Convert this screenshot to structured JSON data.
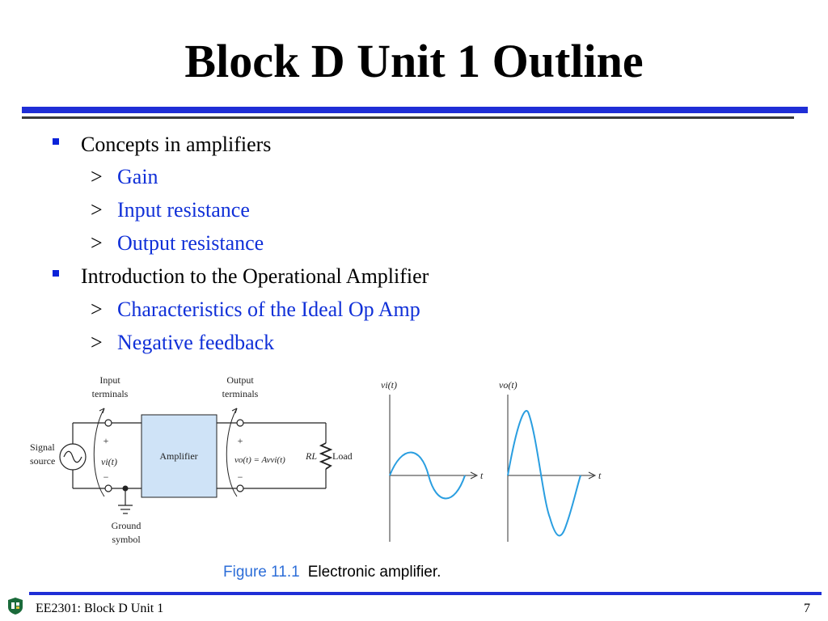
{
  "slide": {
    "title": "Block D Unit 1 Outline",
    "bullets": [
      {
        "text": "Concepts in amplifiers",
        "sub": [
          {
            "marker": ">",
            "text": "Gain"
          },
          {
            "marker": ">",
            "text": "Input resistance"
          },
          {
            "marker": ">",
            "text": "Output resistance"
          }
        ]
      },
      {
        "text": "Introduction to the Operational Amplifier",
        "sub": [
          {
            "marker": ">",
            "text": "Characteristics of the Ideal Op Amp"
          },
          {
            "marker": ">",
            "text": "Negative feedback"
          }
        ]
      }
    ]
  },
  "figure": {
    "circuit": {
      "input_label_1": "Input",
      "input_label_2": "terminals",
      "output_label_1": "Output",
      "output_label_2": "terminals",
      "signal_label_1": "Signal",
      "signal_label_2": "source",
      "amplifier_label": "Amplifier",
      "plus_in": "+",
      "minus_in": "−",
      "plus_out": "+",
      "minus_out": "−",
      "vi_label": "vi(t)",
      "vo_equation": "vo(t) = Avvi(t)",
      "rl_label": "RL",
      "load_label": "Load",
      "ground_label_1": "Ground",
      "ground_label_2": "symbol"
    },
    "graph_input": {
      "ylabel": "vi(t)",
      "xlabel": "t"
    },
    "graph_output": {
      "ylabel": "vo(t)",
      "xlabel": "t"
    },
    "caption_number": "Figure 11.1",
    "caption_text": "Electronic amplifier."
  },
  "footer": {
    "left": "EE2301: Block D Unit 1",
    "page_number": "7"
  },
  "colors": {
    "bullet": "#0a22d9",
    "subtext": "#1030d8",
    "rule": "#1f2ed6",
    "amplifier_box": "#cfe3f7",
    "waveform": "#2a9ee0",
    "caption_number": "#2d6ed8"
  }
}
